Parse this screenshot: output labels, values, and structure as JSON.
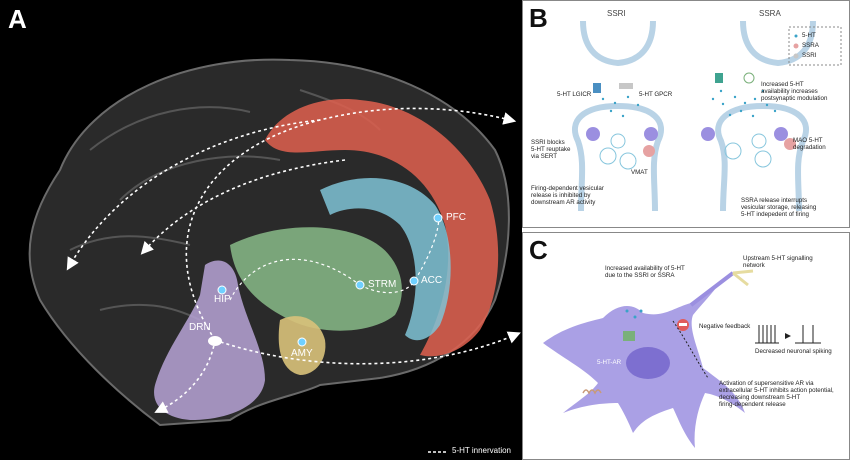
{
  "panel_a": {
    "letter": "A",
    "regions": {
      "pfc": "PFC",
      "acc": "ACC",
      "strm": "STRM",
      "hip": "HIP",
      "drn": "DRN",
      "amy": "AMY"
    },
    "legend": "5-HT innervation"
  },
  "panel_b": {
    "letter": "B",
    "ssri_title": "SSRI",
    "ssra_title": "SSRA",
    "legend": [
      "5-HT",
      "SSRA",
      "SSRI"
    ],
    "labels": {
      "lgic": "5-HT LGICR",
      "gpcr": "5-HT GPCR",
      "ssri_blocks": "SSRI blocks\n5-HT reuptake\nvia SERT",
      "vmat": "VMAT",
      "firing": "Firing-dependent vesicular\nrelease is inhibited by\ndownstream AR activity",
      "increased": "Increased 5-HT\navailability increases\npostsynaptic modulation",
      "mao": "MAO 5-HT\ndegradation",
      "ssra_release": "SSRA release interrupts\nvesicular storage, releasing\n5-HT indepedent of firing"
    }
  },
  "panel_c": {
    "letter": "C",
    "labels": {
      "increased": "Increased availability of 5-HT\ndue to the SSRI or SSRA",
      "upstream": "Upstream 5-HT signalling\nnetwork",
      "negative": "Negative feedback",
      "decreased": "Decreased neuronal spiking",
      "ar": "5-HT-AR",
      "activation": "Activation of supersensitive AR via\nextracellular 5-HT inhibits action potential,\ndecreasing downstream 5-HT\nfiring-dependent release"
    }
  },
  "colors": {
    "pfc": "#e0604f",
    "acc": "#7fc3d6",
    "strm": "#8fc48f",
    "hip": "#b7a3d6",
    "amy": "#d9c27a",
    "neuron": "#9b8fe0"
  }
}
